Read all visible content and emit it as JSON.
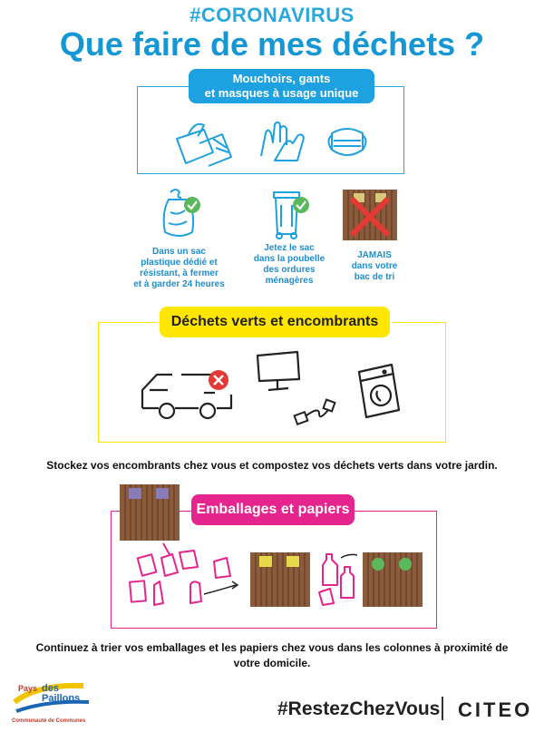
{
  "header": {
    "hashtag": "#CORONAVIRUS",
    "title": "Que faire de mes déchets ?"
  },
  "section1": {
    "label": "Mouchoirs, gants\net masques à usage unique",
    "icons": [
      "tissues-icon",
      "gloves-icon",
      "mask-icon"
    ],
    "steps": [
      {
        "icon": "bag-icon",
        "text": "Dans un sac\nplastique dédié et\nrésistant, à fermer\net à garder 24 heures"
      },
      {
        "icon": "household-bin-icon",
        "text": "Jetez le sac\ndans la poubelle\ndes ordures\nménagères"
      },
      {
        "icon": "sorting-bin-crossed-icon",
        "text": "JAMAIS\ndans votre\nbac de tri"
      }
    ]
  },
  "section2": {
    "label": "Déchets verts et encombrants",
    "icons": [
      "truck-forbidden-icon",
      "monitor-icon",
      "cable-icon",
      "washing-machine-icon"
    ],
    "text": "Stockez vos encombrants chez vous et compostez vos déchets verts dans votre jardin."
  },
  "section3": {
    "label": "Emballages et papiers",
    "text": "Continuez à trier vos emballages et les papiers chez vous dans les colonnes à proximité de\nvotre domicile."
  },
  "footer": {
    "hashtag": "#RestezChezVous",
    "brand": "CITEO",
    "logo_line1": "Pays",
    "logo_line2": "des\nPaillons",
    "logo_sub": "Communauté de Communes"
  },
  "colors": {
    "blue": "#1ea1e0",
    "yellow": "#ffe600",
    "pink": "#e5248d",
    "green": "#5cb85c",
    "brown": "#8a5c3c",
    "red": "#e53935"
  }
}
